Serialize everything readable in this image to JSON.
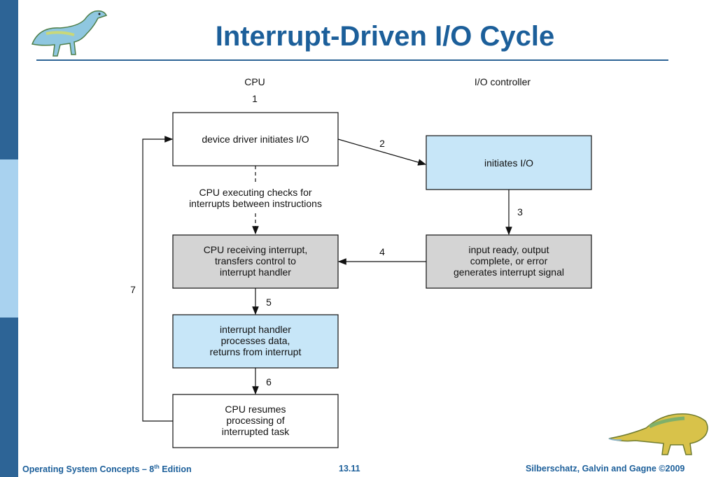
{
  "slide": {
    "title": "Interrupt-Driven I/O Cycle"
  },
  "diagram": {
    "col_cpu": "CPU",
    "col_io": "I/O controller",
    "step1": "1",
    "box_driver": "device driver initiates I/O",
    "step2": "2",
    "box_initiates": "initiates I/O",
    "checks_line1": "CPU executing checks for",
    "checks_line2": "interrupts between instructions",
    "step3": "3",
    "box_ready": [
      "input ready, output",
      "complete, or error",
      "generates interrupt signal"
    ],
    "step4": "4",
    "box_receiving": [
      "CPU receiving interrupt,",
      "transfers control to",
      "interrupt handler"
    ],
    "step5": "5",
    "box_handler": [
      "interrupt handler",
      "processes data,",
      "returns from interrupt"
    ],
    "step6": "6",
    "box_resumes": [
      "CPU resumes",
      "processing of",
      "interrupted task"
    ],
    "step7": "7",
    "colors": {
      "white": "#ffffff",
      "blue": "#c7e6f8",
      "gray": "#d4d4d4"
    }
  },
  "footer": {
    "left_text": "Operating System Concepts – 8",
    "left_sup": "th",
    "left_suffix": " Edition",
    "page": "13.11",
    "right": "Silberschatz, Galvin and Gagne ©2009"
  },
  "icons": {
    "top_left": "dinosaur-icon",
    "bottom_right": "dinosaur-icon"
  }
}
